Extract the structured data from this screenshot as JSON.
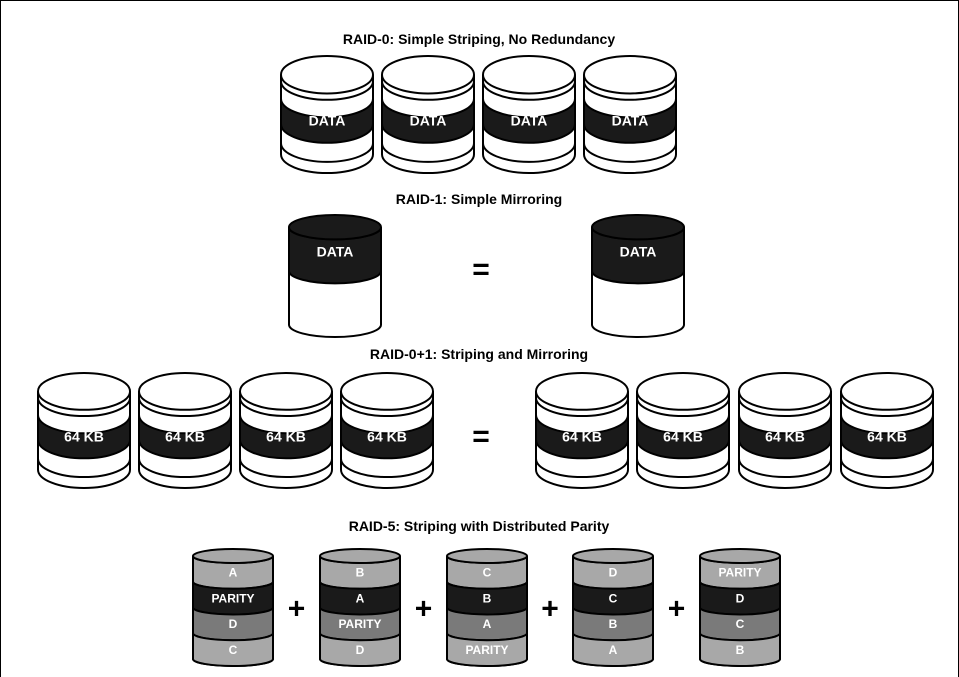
{
  "sections": {
    "raid0": {
      "title": "RAID-0: Simple Striping, No Redundancy",
      "disks": [
        {
          "label": "DATA"
        },
        {
          "label": "DATA"
        },
        {
          "label": "DATA"
        },
        {
          "label": "DATA"
        }
      ]
    },
    "raid1": {
      "title": "RAID-1: Simple Mirroring",
      "operator": "=",
      "left_disk": {
        "label": "DATA"
      },
      "right_disk": {
        "label": "DATA"
      }
    },
    "raid01": {
      "title": "RAID-0+1: Striping and Mirroring",
      "operator": "=",
      "left_disks": [
        {
          "label": "64 KB"
        },
        {
          "label": "64 KB"
        },
        {
          "label": "64 KB"
        },
        {
          "label": "64 KB"
        }
      ],
      "right_disks": [
        {
          "label": "64 KB"
        },
        {
          "label": "64 KB"
        },
        {
          "label": "64 KB"
        },
        {
          "label": "64 KB"
        }
      ]
    },
    "raid5": {
      "title": "RAID-5: Striping with Distributed Parity",
      "operator": "+",
      "disks": [
        {
          "bands": [
            "A",
            "PARITY",
            "D",
            "C"
          ]
        },
        {
          "bands": [
            "B",
            "A",
            "PARITY",
            "D"
          ]
        },
        {
          "bands": [
            "C",
            "B",
            "A",
            "PARITY"
          ]
        },
        {
          "bands": [
            "D",
            "C",
            "B",
            "A"
          ]
        },
        {
          "bands": [
            "PARITY",
            "D",
            "C",
            "B"
          ]
        }
      ]
    }
  },
  "colors": {
    "outline": "#000000",
    "band_dark": "#1a1a1a",
    "band_mid_gray": "#7a7a7a",
    "band_light_gray": "#a8a8a8",
    "disk_fill": "#ffffff",
    "label_light": "#ffffff"
  }
}
